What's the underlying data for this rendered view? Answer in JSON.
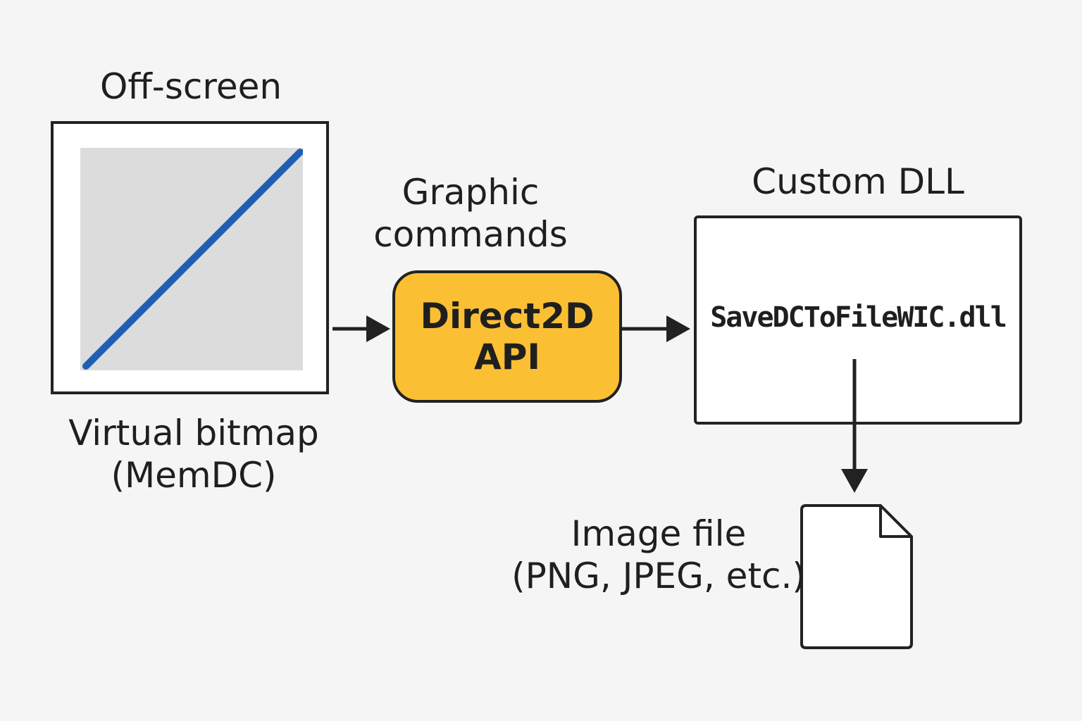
{
  "labels": {
    "offscreen": "Off-screen",
    "virtual_bitmap": [
      "Virtual bitmap",
      "(MemDC)"
    ],
    "graphic_commands": [
      "Graphic",
      "commands"
    ],
    "custom_dll": "Custom DLL",
    "image_file": [
      "Image file",
      "(PNG, JPEG, etc.)"
    ]
  },
  "direct2d": [
    "Direct2D",
    "API"
  ],
  "dll_filename": "SaveDCToFileWIC.dll",
  "colors": {
    "background": "#f5f5f5",
    "api_box": "#fbbf34",
    "bitmap_fill": "#dcdcdc",
    "diagonal_line": "#1e5fb4",
    "stroke": "#222222"
  },
  "icons": {
    "file": "document-file-icon"
  }
}
